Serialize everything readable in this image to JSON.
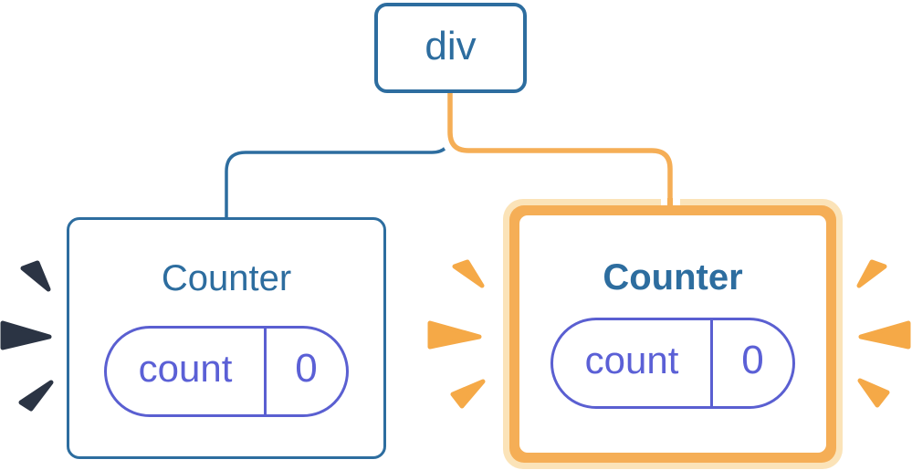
{
  "diagram": {
    "root": {
      "label": "div"
    },
    "counters": [
      {
        "label": "Counter",
        "state": {
          "key": "count",
          "value": "0"
        },
        "highlighted": false
      },
      {
        "label": "Counter",
        "state": {
          "key": "count",
          "value": "0"
        },
        "highlighted": true
      }
    ],
    "icons": {
      "burst_left": "emphasis-burst-marks-navy",
      "burst_middle": "emphasis-burst-marks-orange",
      "burst_right": "emphasis-burst-marks-orange",
      "connector_left": "tree-edge-blue",
      "connector_right": "tree-edge-orange-highlight"
    }
  },
  "colors": {
    "steel_blue": "#2D6D9F",
    "indigo": "#5A5FD1",
    "indigo_text": "#5B60D6",
    "orange": "#F5AE56",
    "orange_burst": "#F5A947",
    "cream": "#FBE3B8",
    "navy_burst": "#2B3444",
    "white": "#FFFFFF"
  }
}
